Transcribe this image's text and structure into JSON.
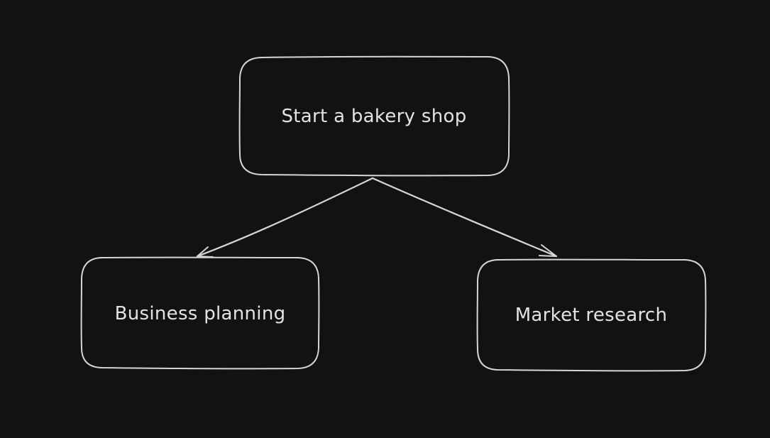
{
  "diagram": {
    "colors": {
      "background": "#121212",
      "stroke": "#d6d6d6",
      "text": "#e3e3e3"
    },
    "nodes": [
      {
        "id": "root",
        "label": "Start a bakery shop"
      },
      {
        "id": "business",
        "label": "Business planning"
      },
      {
        "id": "market",
        "label": "Market research"
      }
    ],
    "edges": [
      {
        "from": "root",
        "to": "business"
      },
      {
        "from": "root",
        "to": "market"
      }
    ]
  }
}
